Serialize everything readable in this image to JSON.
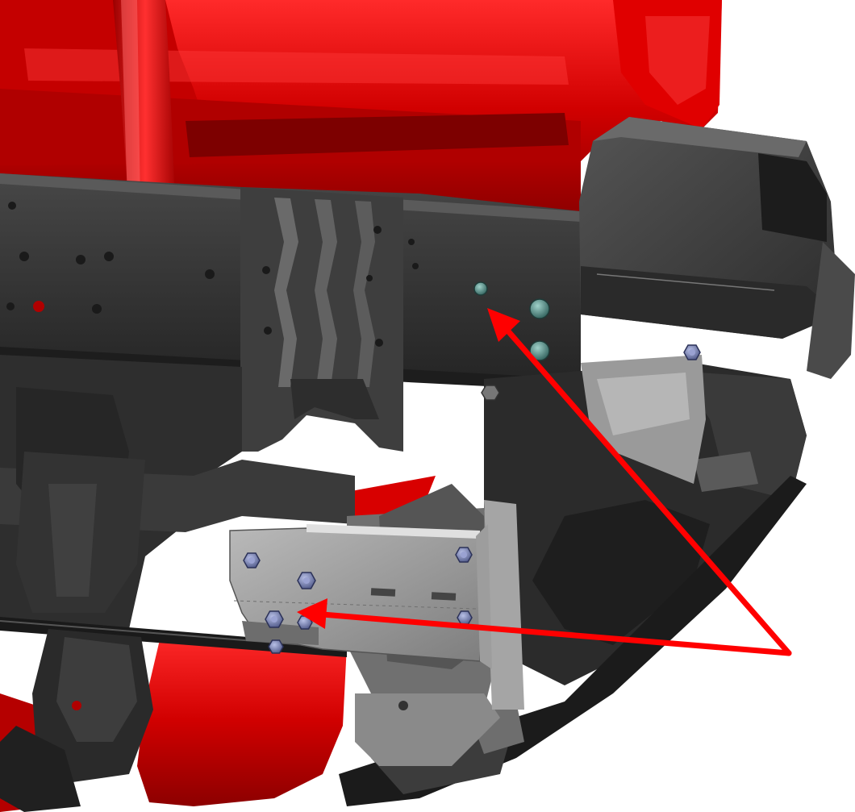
{
  "colors": {
    "background": "#ffffff",
    "body_red": "#d10000",
    "body_red_dark": "#8c0000",
    "body_red_light": "#ff3b3b",
    "frame_dark": "#2a2a2a",
    "frame_mid": "#3a3a3a",
    "frame_light": "#4a4a4a",
    "plate_gray": "#8d8d8d",
    "plate_light": "#b5b5b5",
    "bolt_blue": "#7c86b4",
    "bolt_teal": "#4f8c86",
    "arrow": "#ff0000"
  },
  "icons": {
    "bolt": "hex-bolt-icon",
    "arrow": "callout-arrow-icon"
  },
  "annotation": {
    "arrow_count": 2,
    "targets": [
      "upper-frame-bolt",
      "lower-bracket-bolt"
    ]
  }
}
